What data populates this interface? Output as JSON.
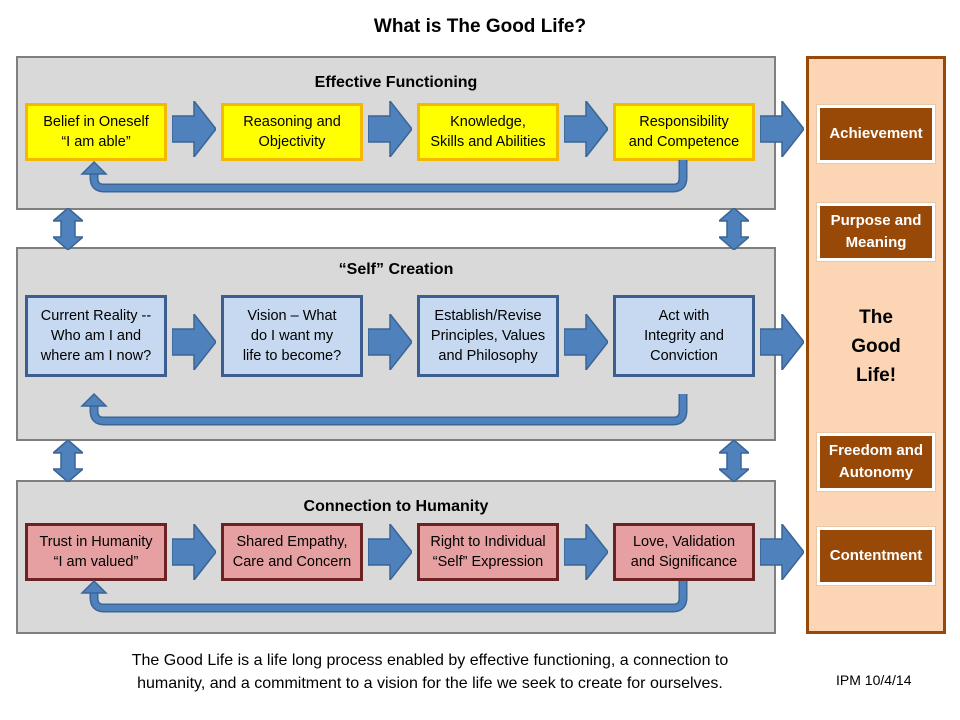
{
  "title": "What is The Good Life?",
  "panels": [
    {
      "title": "Effective Functioning",
      "color": "yellow",
      "steps": [
        "Belief in Oneself\n“I am able”",
        "Reasoning and\nObjectivity",
        "Knowledge,\nSkills and Abilities",
        "Responsibility\nand Competence"
      ]
    },
    {
      "title": "“Self” Creation",
      "color": "blue",
      "steps": [
        "Current Reality --\nWho am I and\nwhere am I now?",
        "Vision – What\ndo I want my\nlife to become?",
        "Establish/Revise\nPrinciples, Values\nand Philosophy",
        "Act with\nIntegrity and\nConviction"
      ]
    },
    {
      "title": "Connection to Humanity",
      "color": "red",
      "steps": [
        "Trust in Humanity\n“I am valued”",
        "Shared Empathy,\nCare and Concern",
        "Right to Individual\n“Self” Expression",
        "Love, Validation\nand Significance"
      ]
    }
  ],
  "good_life": {
    "label": "The\nGood\nLife!",
    "outcomes": [
      "Achievement",
      "Purpose and\nMeaning",
      "Freedom and\nAutonomy",
      "Contentment"
    ]
  },
  "caption": "The Good Life is a life long process enabled by effective functioning, a connection to\nhumanity, and a commitment to a vision for the life we seek to create for ourselves.",
  "stamp": "IPM 10/4/14",
  "colors": {
    "panel_bg": "#d9d9d9",
    "arrow": "#4f81bd",
    "yellow_fill": "#ffff00",
    "blue_fill": "#c6d9f1",
    "red_fill": "#e6a0a2",
    "good_life_bg": "#fcd5b5",
    "outcome_bg": "#984807"
  }
}
